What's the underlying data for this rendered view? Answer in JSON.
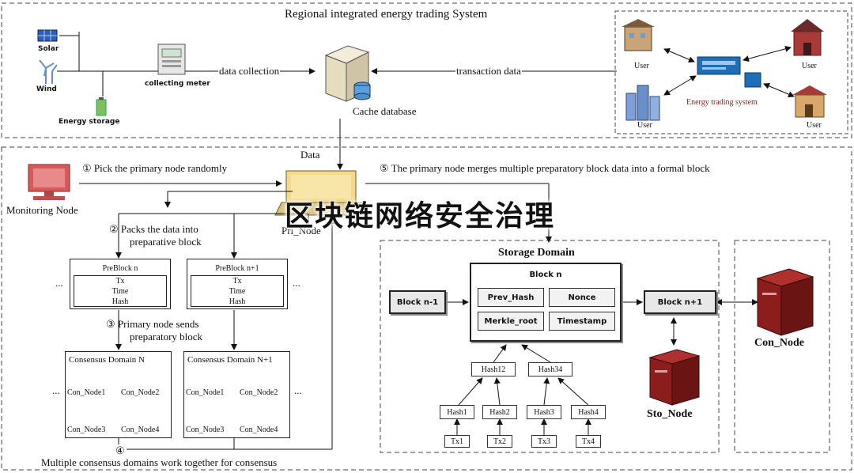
{
  "top": {
    "title": "Regional integrated energy trading System",
    "solar": "Solar",
    "wind": "Wind",
    "storage": "Energy storage",
    "meter": "collecting meter",
    "data_collection": "data collection",
    "transaction_data": "transaction data",
    "cache_db": "Cache database",
    "user": "User",
    "trading_system": "Energy trading system"
  },
  "bottom": {
    "data": "Data",
    "step1": "① Pick the primary node randomly",
    "step5": "⑤ The primary node merges multiple preparatory block data into a formal block",
    "monitoring": "Monitoring Node",
    "pri_node": "Pri_Node",
    "step2_line1": "② Packs the data into",
    "step2_line2": "preparative block",
    "preblock_n": "PreBlock n",
    "preblock_n1": "PreBlock n+1",
    "tx": "Tx",
    "time": "Time",
    "hash": "Hash",
    "ellipsis": "...",
    "step3_line1": "③ Primary node sends",
    "step3_line2": "preparatory block",
    "domain_n": "Consensus Domain N",
    "domain_n1": "Consensus Domain N+1",
    "con_node1": "Con_Node1",
    "con_node2": "Con_Node2",
    "con_node3": "Con_Node3",
    "con_node4": "Con_Node4",
    "step4": "④",
    "multi": "Multiple consensus domains work together for consensus",
    "storage_domain": "Storage Domain",
    "block_n": "Block n",
    "block_n_minus": "Block n-1",
    "block_n_plus": "Block n+1",
    "prev_hash": "Prev_Hash",
    "nonce": "Nonce",
    "merkle_root": "Merkle_root",
    "timestamp": "Timestamp",
    "hash12": "Hash12",
    "hash34": "Hash34",
    "hash1": "Hash1",
    "hash2": "Hash2",
    "hash3": "Hash3",
    "hash4": "Hash4",
    "tx1": "Tx1",
    "tx2": "Tx2",
    "tx3": "Tx3",
    "tx4": "Tx4",
    "con_node": "Con_Node",
    "sto_node": "Sto_Node"
  },
  "watermark": "区块链网络安全治理",
  "colors": {
    "server_red": "#8b1d1d",
    "node_box": "#cfcfc4",
    "monitor": "#d65a5a",
    "pri_node_yellow": "#f4d98a",
    "trading_blue": "#1e6fb5",
    "dashed": "#444444"
  }
}
